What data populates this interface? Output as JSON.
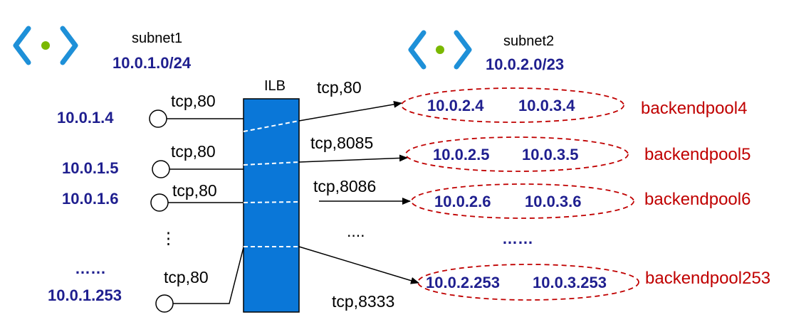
{
  "colors": {
    "ip_blue": "#1f1f8f",
    "ilb_fill": "#0a77d8",
    "pool_red": "#c00000",
    "subnet_icon_blue": "#1e90d8",
    "subnet_icon_dot": "#7ab800"
  },
  "subnets": [
    {
      "icon": "subnet-icon",
      "name": "subnet1",
      "cidr": "10.0.1.0/24"
    },
    {
      "icon": "subnet-icon",
      "name": "subnet2",
      "cidr": "10.0.2.0/23"
    }
  ],
  "ilb": {
    "label": "ILB"
  },
  "frontends": [
    {
      "ip": "10.0.1.4",
      "protocol": "tcp,80"
    },
    {
      "ip": "10.0.1.5",
      "protocol": "tcp,80"
    },
    {
      "ip": "10.0.1.6",
      "protocol": "tcp,80"
    },
    {
      "ip": "10.0.1.253",
      "protocol": "tcp,80"
    }
  ],
  "frontend_ellipsis": {
    "vertical": "⋮",
    "text": "……"
  },
  "rules": [
    {
      "protocol": "tcp,80"
    },
    {
      "protocol": "tcp,8085"
    },
    {
      "protocol": "tcp,8086"
    },
    {
      "protocol": "tcp,8333"
    }
  ],
  "rule_ellipsis": "....",
  "backend_pools": [
    {
      "name": "backendpool4",
      "ips": [
        "10.0.2.4",
        "10.0.3.4"
      ]
    },
    {
      "name": "backendpool5",
      "ips": [
        "10.0.2.5",
        "10.0.3.5"
      ]
    },
    {
      "name": "backendpool6",
      "ips": [
        "10.0.2.6",
        "10.0.3.6"
      ]
    },
    {
      "name": "backendpool253",
      "ips": [
        "10.0.2.253",
        "10.0.3.253"
      ]
    }
  ],
  "pool_ellipsis": "……"
}
